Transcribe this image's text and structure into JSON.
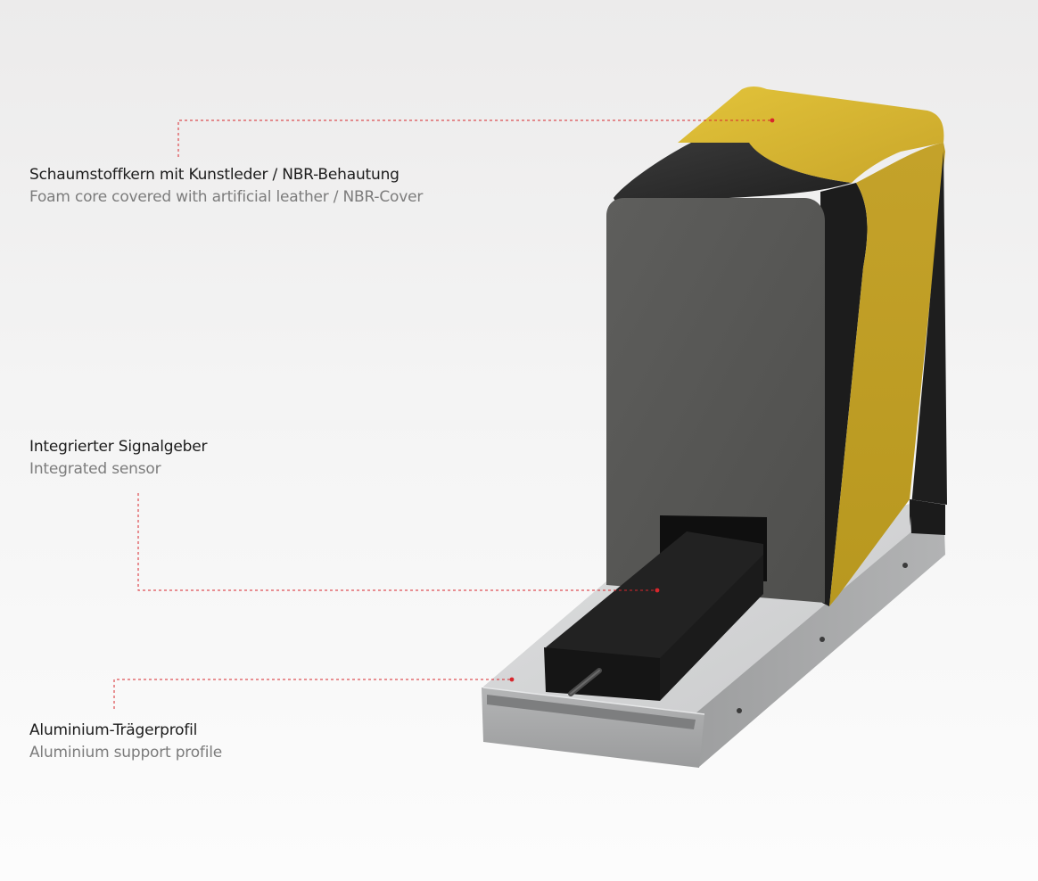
{
  "callouts": {
    "foam": {
      "de": "Schaumstoffkern mit Kunstleder / NBR-Behautung",
      "en": "Foam core covered with artificial leather / NBR-Cover"
    },
    "sensor": {
      "de": "Integrierter Signalgeber",
      "en": "Integrated sensor"
    },
    "profile": {
      "de": "Aluminium-Trägerprofil",
      "en": "Aluminium support profile"
    }
  },
  "colors": {
    "leader_line": "#d8262c",
    "cover_yellow": "#c9a62a",
    "cover_black": "#1b1b1b",
    "face_gray": "#575755",
    "aluminium": "#a4a5a6"
  }
}
